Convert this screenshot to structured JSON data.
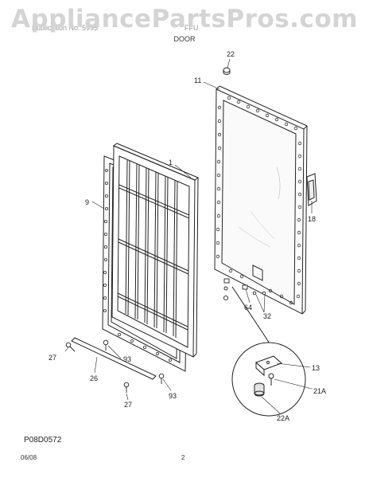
{
  "watermark": "AppliancePartsPros.com",
  "header": {
    "left_text": "Publication No: 5995",
    "mid_text": "FFU"
  },
  "section_title": "DOOR",
  "figure_code": "P08D0572",
  "footer": {
    "date": "06/08",
    "page": "2"
  },
  "part_labels": {
    "p1": "1",
    "p9": "9",
    "p11": "11",
    "p13": "13",
    "p18": "18",
    "p21a": "21A",
    "p22_top": "22",
    "p22a": "22A",
    "p26": "26",
    "p27_left": "27",
    "p27_bottom": "27",
    "p32": "32",
    "p64": "64",
    "p93_upper": "93",
    "p93_lower": "93"
  }
}
